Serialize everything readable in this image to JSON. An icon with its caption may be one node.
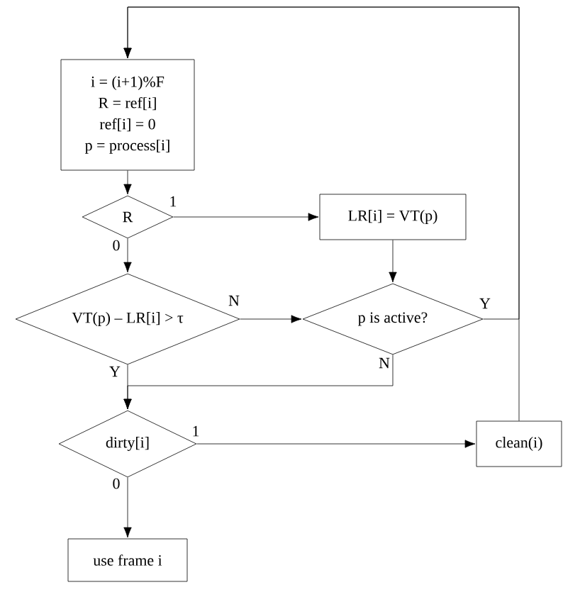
{
  "diagram": {
    "nodes": [
      {
        "text": [
          "i = (i+1)%F",
          "R = ref[i]",
          "ref[i] = 0",
          "p = process[i]"
        ]
      },
      {
        "text": [
          "R"
        ]
      },
      {
        "text": [
          "LR[i] = VT(p)"
        ]
      },
      {
        "text": [
          "VT(p) – LR[i] >  τ"
        ]
      },
      {
        "text": [
          "p is active?"
        ]
      },
      {
        "text": [
          "dirty[i]"
        ]
      },
      {
        "text": [
          "clean(i)"
        ]
      },
      {
        "text": [
          "use frame i"
        ]
      }
    ],
    "edges": [
      {
        "from": 0,
        "to": 1,
        "arrow": "to"
      },
      {
        "from": 1,
        "to": 2,
        "arrow": "to",
        "label": "1"
      },
      {
        "from": 1,
        "to": 3,
        "arrow": "to",
        "label": "0"
      },
      {
        "from": 2,
        "to": 4,
        "arrow": "to"
      },
      {
        "from": 3,
        "to": 4,
        "arrow": "to",
        "label": "N"
      },
      {
        "from": 4,
        "to": 0,
        "arrow": "to",
        "label": "Y"
      },
      {
        "from": 3,
        "to": 5,
        "arrow": "to",
        "label": "Y"
      },
      {
        "from": 4,
        "to": 5,
        "arrow": "to",
        "label": "N"
      },
      {
        "from": 5,
        "to": 6,
        "arrow": "to",
        "label": "1"
      },
      {
        "from": 5,
        "to": 7,
        "arrow": "to",
        "label": "0"
      },
      {
        "from": 6,
        "to": 0,
        "arrow": "to"
      }
    ]
  }
}
